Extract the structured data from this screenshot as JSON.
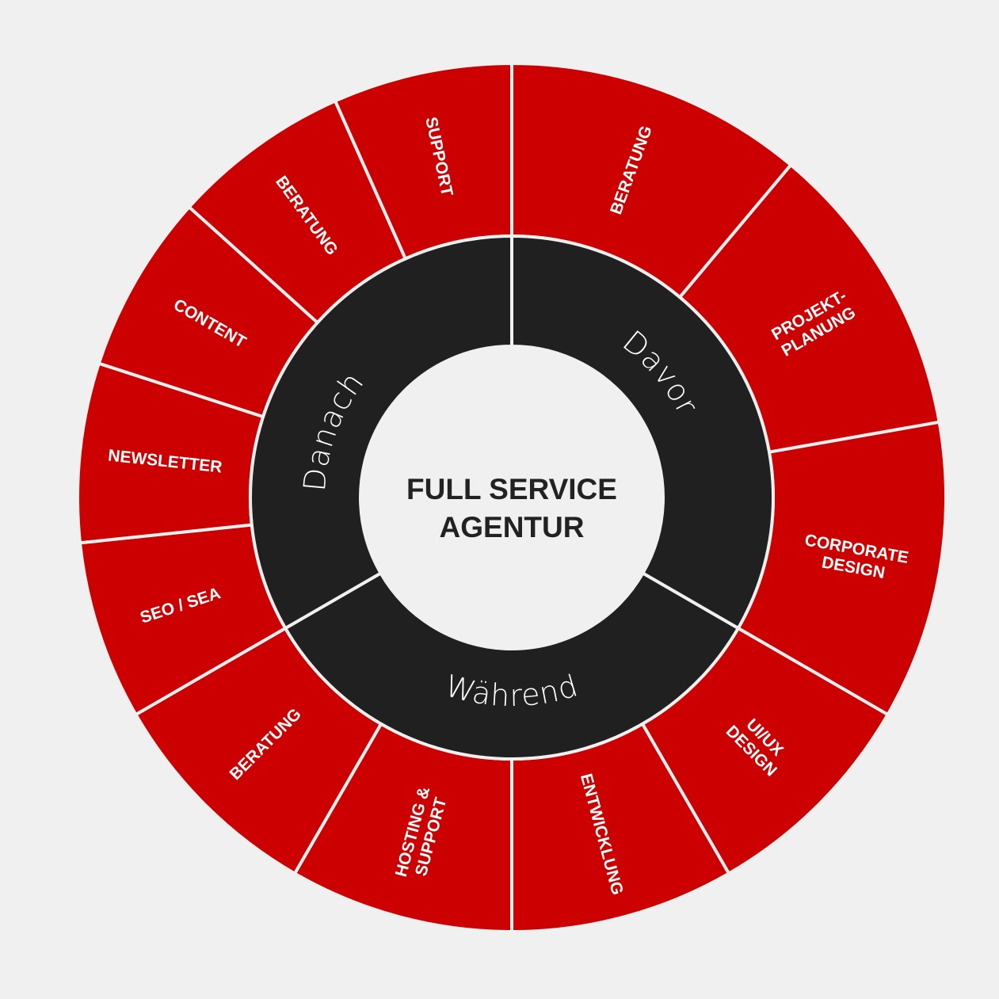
{
  "center": {
    "line1": "FULL SERVICE",
    "line2": "AGENTUR"
  },
  "colors": {
    "segment": "#cc0000",
    "ring": "#202020",
    "background": "#f0f0f0",
    "divider": "#f0f0f0"
  },
  "stages": [
    {
      "name": "Davor",
      "items": [
        {
          "lines": [
            "BERATUNG"
          ]
        },
        {
          "lines": [
            "PROJEKT-",
            "PLANUNG"
          ]
        },
        {
          "lines": [
            "CORPORATE",
            "DESIGN"
          ]
        }
      ]
    },
    {
      "name": "Während",
      "items": [
        {
          "lines": [
            "UI/UX",
            "DESIGN"
          ]
        },
        {
          "lines": [
            "ENTWICKLUNG"
          ]
        },
        {
          "lines": [
            "HOSTING &",
            "SUPPORT"
          ]
        },
        {
          "lines": [
            "BERATUNG"
          ]
        }
      ]
    },
    {
      "name": "Danach",
      "items": [
        {
          "lines": [
            "SEO / SEA"
          ]
        },
        {
          "lines": [
            "NEWSLETTER"
          ]
        },
        {
          "lines": [
            "CONTENT"
          ]
        },
        {
          "lines": [
            "BERATUNG"
          ]
        },
        {
          "lines": [
            "SUPPORT"
          ]
        }
      ]
    }
  ]
}
